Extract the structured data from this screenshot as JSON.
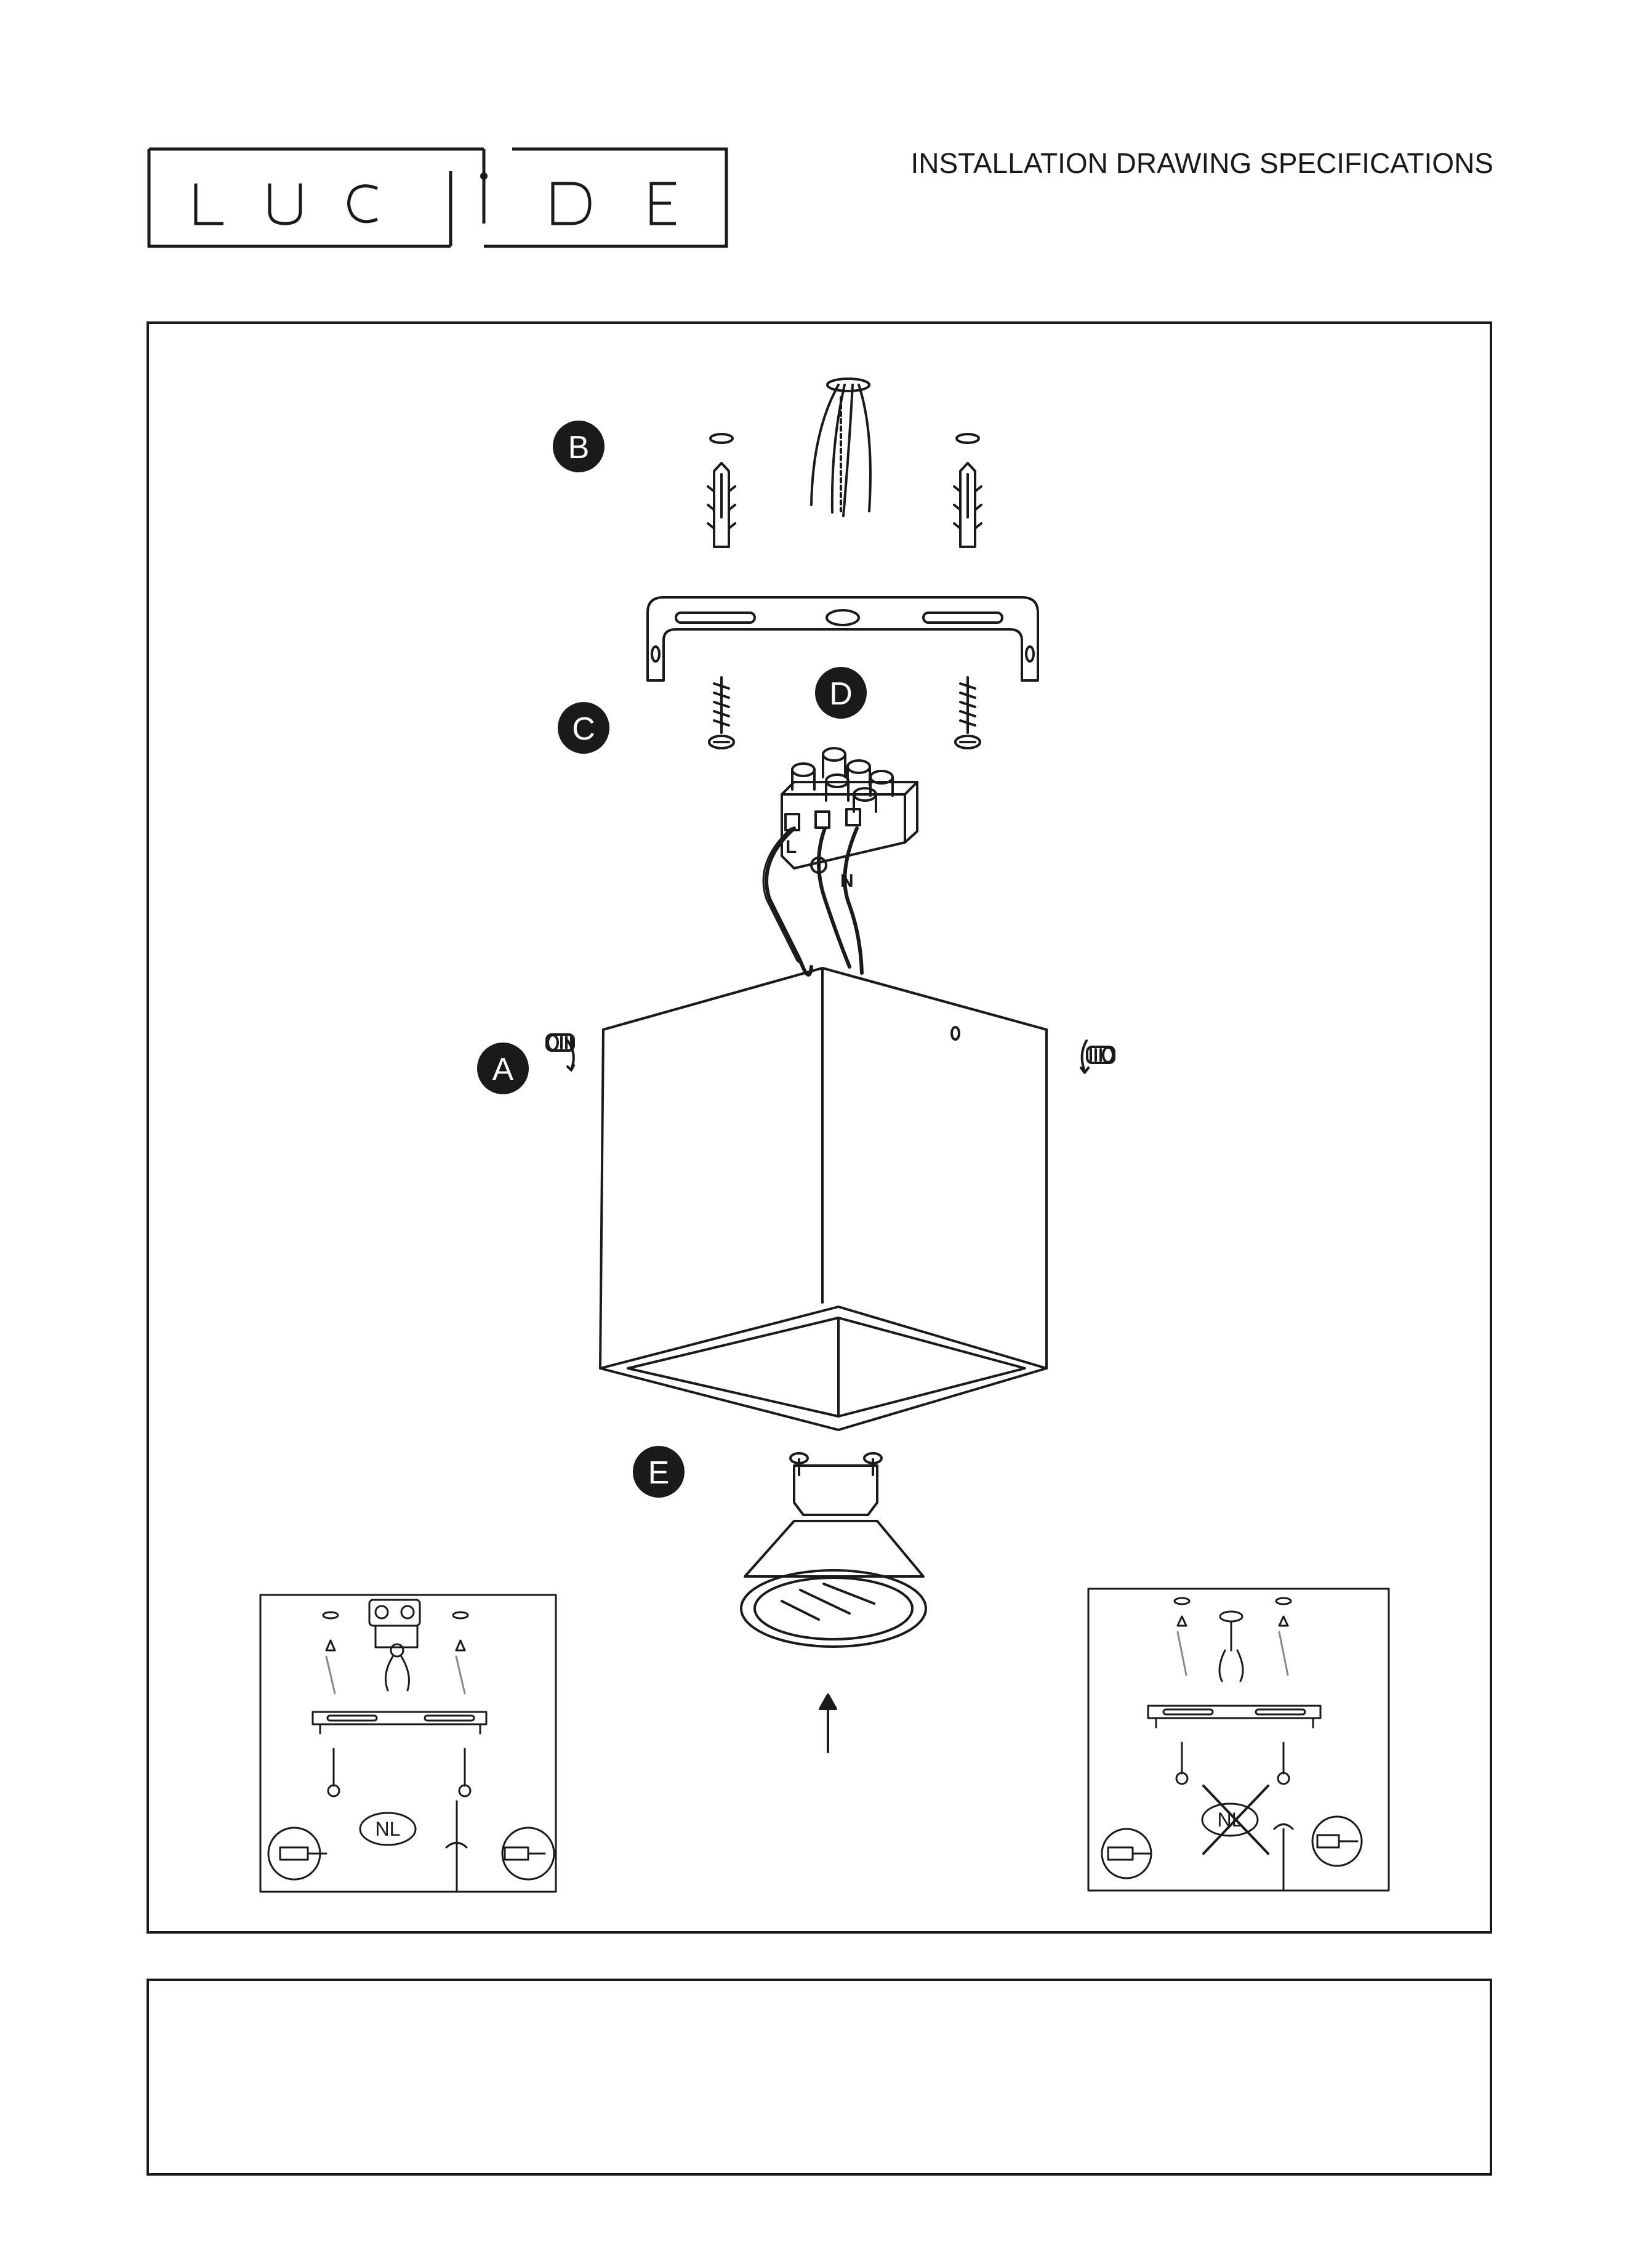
{
  "header": {
    "brand": "LUCiDE",
    "title": "INSTALLATION DRAWING SPECIFICATIONS"
  },
  "steps": [
    {
      "label": "B"
    },
    {
      "label": "C"
    },
    {
      "label": "D"
    },
    {
      "label": "A"
    },
    {
      "label": "E"
    }
  ],
  "wiring": {
    "live": "L",
    "neutral": "N"
  },
  "insets": {
    "left_badge": "NL",
    "right_badge": "NL"
  },
  "colors": {
    "ink": "#1a1a1a",
    "badge_fill": "#1a1a1a",
    "badge_text": "#ffffff"
  }
}
